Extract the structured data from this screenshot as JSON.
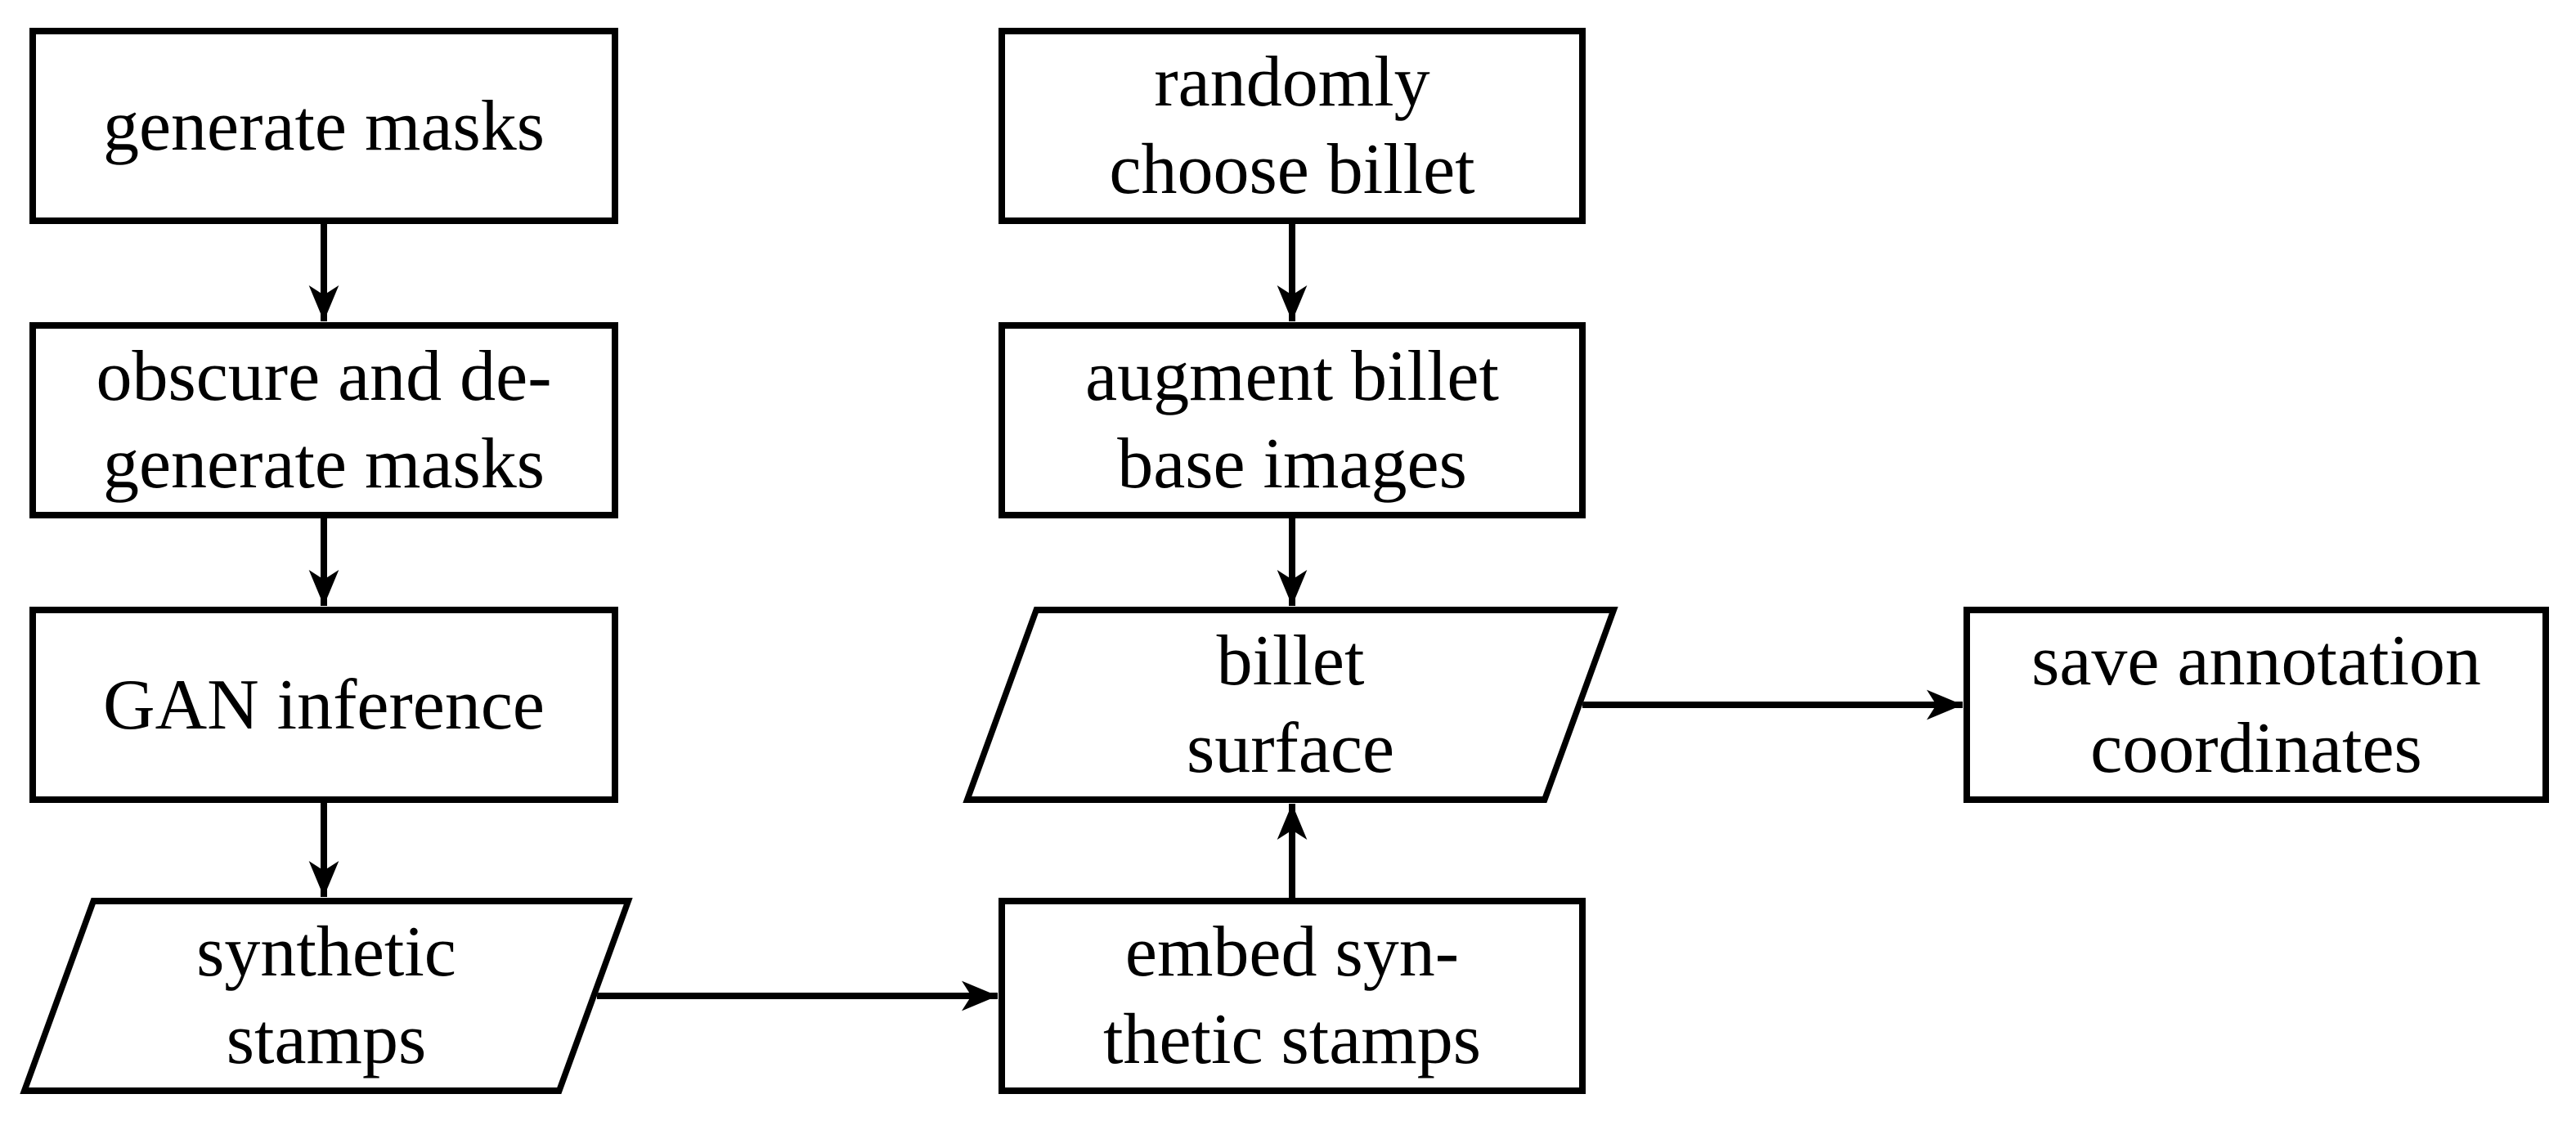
{
  "diagram": {
    "type": "flowchart",
    "colors": {
      "background": "#ffffff",
      "stroke": "#000000",
      "text": "#000000"
    },
    "arrowhead_style": "stealth",
    "nodes": [
      {
        "id": "generate-masks",
        "shape": "rectangle",
        "lines": [
          "generate masks"
        ]
      },
      {
        "id": "obscure-and-degenerate-masks",
        "shape": "rectangle",
        "lines": [
          "obscure and de-",
          "generate masks"
        ]
      },
      {
        "id": "gan-inference",
        "shape": "rectangle",
        "lines": [
          "GAN inference"
        ]
      },
      {
        "id": "synthetic-stamps",
        "shape": "parallelogram",
        "lines": [
          "synthetic",
          "stamps"
        ]
      },
      {
        "id": "randomly-choose-billet",
        "shape": "rectangle",
        "lines": [
          "randomly",
          "choose billet"
        ]
      },
      {
        "id": "augment-billet-base-images",
        "shape": "rectangle",
        "lines": [
          "augment billet",
          "base images"
        ]
      },
      {
        "id": "billet-surface",
        "shape": "parallelogram",
        "lines": [
          "billet",
          "surface"
        ]
      },
      {
        "id": "embed-synthetic-stamps",
        "shape": "rectangle",
        "lines": [
          "embed syn-",
          "thetic stamps"
        ]
      },
      {
        "id": "save-annotation-coordinates",
        "shape": "rectangle",
        "lines": [
          "save annotation",
          "coordinates"
        ]
      }
    ],
    "edges": [
      {
        "from": "generate-masks",
        "to": "obscure-and-degenerate-masks"
      },
      {
        "from": "obscure-and-degenerate-masks",
        "to": "gan-inference"
      },
      {
        "from": "gan-inference",
        "to": "synthetic-stamps"
      },
      {
        "from": "synthetic-stamps",
        "to": "embed-synthetic-stamps"
      },
      {
        "from": "randomly-choose-billet",
        "to": "augment-billet-base-images"
      },
      {
        "from": "augment-billet-base-images",
        "to": "billet-surface"
      },
      {
        "from": "embed-synthetic-stamps",
        "to": "billet-surface"
      },
      {
        "from": "billet-surface",
        "to": "save-annotation-coordinates"
      }
    ]
  }
}
